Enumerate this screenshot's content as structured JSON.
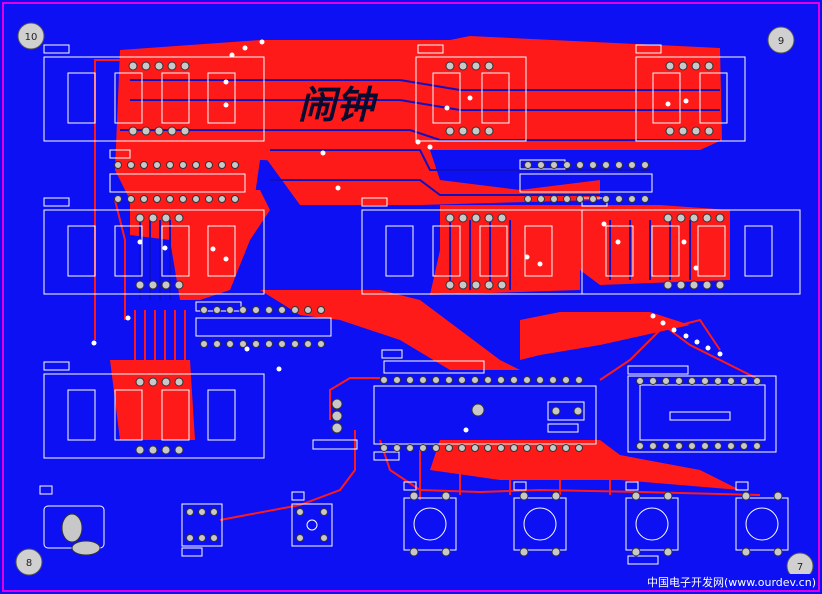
{
  "board": {
    "title_silk": "闹钟",
    "mounting_holes": [
      "10",
      "9",
      "8",
      "7"
    ],
    "watermark": "中国电子开发网(www.ourdev.cn)"
  },
  "colors": {
    "background": "#0c10f2",
    "top_copper": "#ff1a1a",
    "silkscreen": "#ffffff",
    "pad": "#c8c8c8",
    "hole_fill": "#d0d0d0"
  }
}
